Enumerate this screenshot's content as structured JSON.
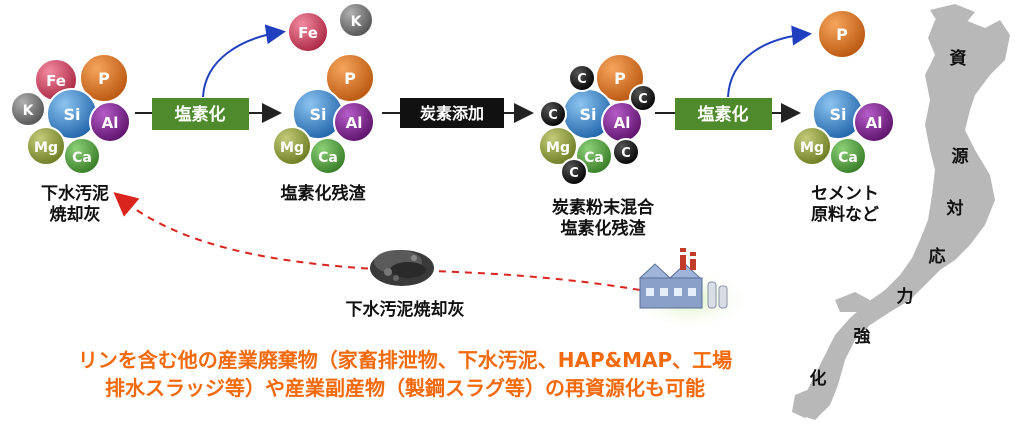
{
  "colors": {
    "fe": "#c8395a",
    "k": "#6e6e6e",
    "p": "#d8701e",
    "si": "#3a86c8",
    "al": "#7a1f8a",
    "mg": "#8c9a3a",
    "ca": "#4f9a3c",
    "c": "#111111",
    "process_green": "#4f8a2c",
    "process_black": "#111111",
    "curve_blue": "#1f3fbf",
    "dashed_red": "#d9251d",
    "note_orange": "#f26a0b",
    "map_gray": "#b5b5b5"
  },
  "elements": {
    "fe": "Fe",
    "k": "K",
    "p": "P",
    "si": "Si",
    "al": "Al",
    "mg": "Mg",
    "ca": "Ca",
    "c": "C"
  },
  "process": {
    "chlorination_1": "塩素化",
    "carbon_addition": "炭素添加",
    "chlorination_2": "塩素化"
  },
  "labels": {
    "ash_line1": "下水汚泥",
    "ash_line2": "焼却灰",
    "residue": "塩素化残渣",
    "mix_line1": "炭素粉末混合",
    "mix_line2": "塩素化残渣",
    "cement_line1": "セメント",
    "cement_line2": "原料など",
    "ash_sample": "下水汚泥焼却灰"
  },
  "bottom_note": {
    "line1": "リンを含む他の産業廃棄物（家畜排泄物、下水汚泥、HAP&MAP、工場",
    "line2": "排水スラッジ等）や産業副産物（製鋼スラグ等）の再資源化も可能"
  },
  "map_text": [
    "資",
    "源",
    "対",
    "応",
    "力",
    "強",
    "化"
  ]
}
